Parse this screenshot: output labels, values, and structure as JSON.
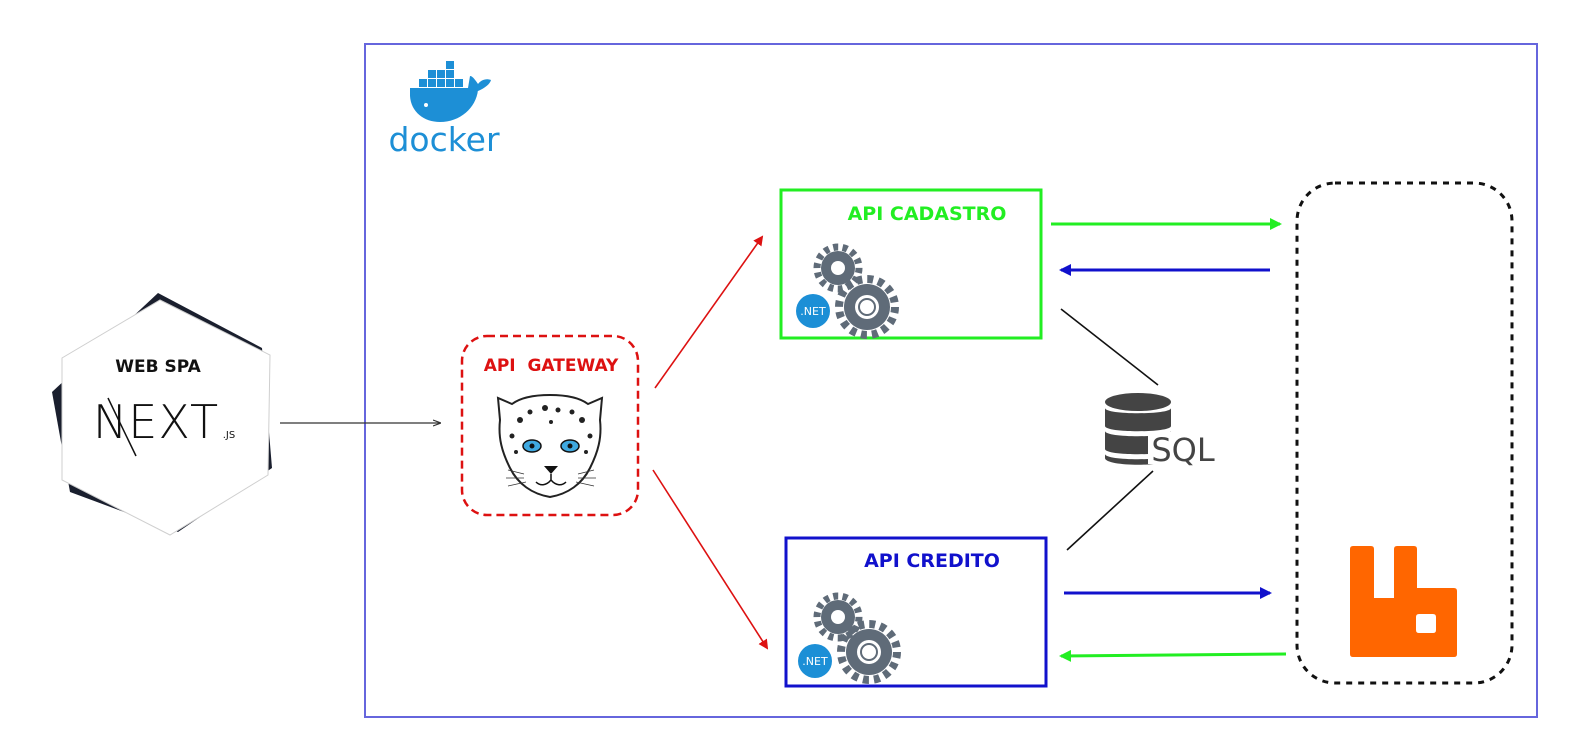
{
  "client": {
    "title": "WEB SPA",
    "logo_main": "NEXT",
    "logo_sub": ".JS"
  },
  "container": {
    "logo_text": "docker",
    "border_color": "#6666dd"
  },
  "gateway": {
    "label": "API  GATEWAY",
    "color": "#dd1111"
  },
  "services": [
    {
      "label": "API CADASTRO",
      "badge": ".NET",
      "color": "#22ee22"
    },
    {
      "label": "API CREDITO",
      "badge": ".NET",
      "color": "#1111cc"
    }
  ],
  "database": {
    "label": "SQL"
  },
  "broker": {
    "color": "#ff6600"
  },
  "colors": {
    "green": "#22ee22",
    "blue": "#1111cc",
    "red": "#dd1111",
    "gear": "#5f6b78",
    "net_badge": "#1c8fd6",
    "docker": "#1d8fd6"
  }
}
